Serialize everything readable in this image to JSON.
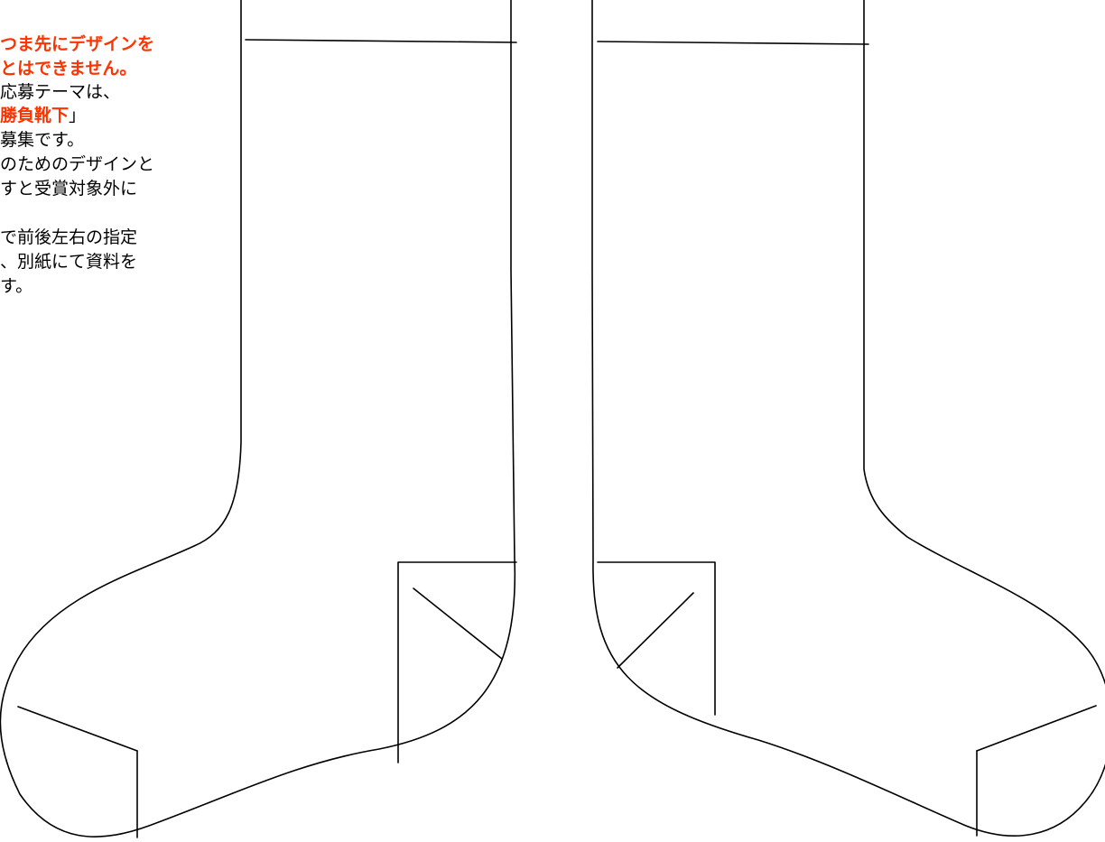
{
  "notes": {
    "warning_line_1": "つま先にデザインを",
    "warning_line_2": "とはできません。",
    "theme_line_1": "応募テーマは、",
    "theme_keyword": "勝負靴下",
    "theme_close": "」",
    "theme_line_3": "募集です。",
    "body_line_1": "のためのデザインと",
    "body_line_2": "すと受賞対象外に",
    "body_line_3": "で前後左右の指定",
    "body_line_4": "、別紙にて資料を",
    "body_line_5": "す。"
  },
  "colors": {
    "warning": "#ff3300",
    "text": "#000000",
    "outline": "#000000",
    "background": "#ffffff"
  }
}
